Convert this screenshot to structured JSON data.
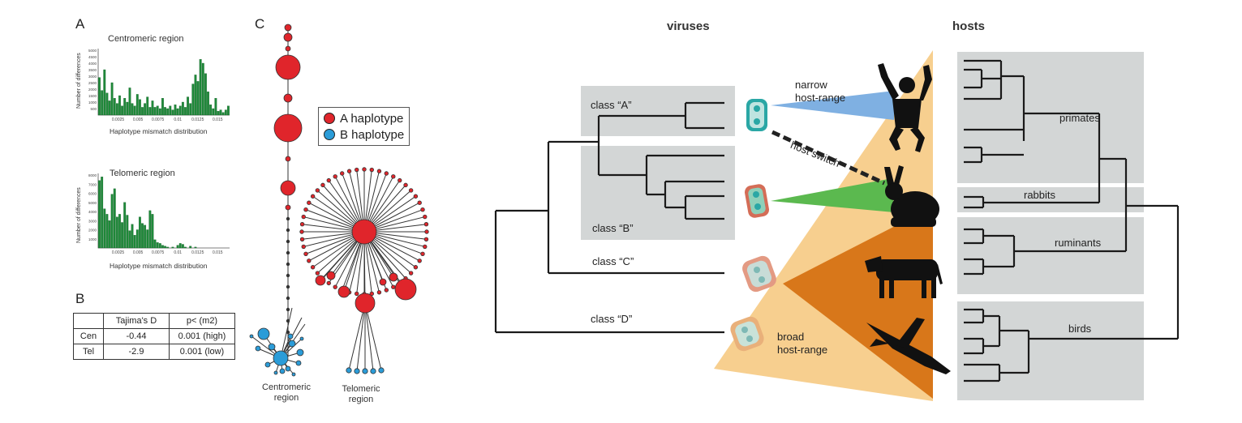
{
  "panel_a": {
    "letter": "A",
    "centromeric": {
      "title": "Centromeric region",
      "xlabel": "Haplotype mismatch distribution",
      "ylabel": "Number of differences",
      "yticks": [
        "5000",
        "4500",
        "4000",
        "3500",
        "3000",
        "2500",
        "2000",
        "1500",
        "1000",
        "500"
      ],
      "xticks": [
        "0.0025",
        "0.005",
        "0.0075",
        "0.01",
        "0.0125",
        "0.015"
      ],
      "bars": [
        2900,
        1900,
        3500,
        1700,
        1100,
        2500,
        1300,
        900,
        1500,
        700,
        1300,
        1000,
        2100,
        900,
        700,
        1600,
        1200,
        600,
        900,
        1400,
        600,
        1100,
        600,
        700,
        500,
        1300,
        600,
        500,
        700,
        400,
        800,
        500,
        700,
        1000,
        600,
        1400,
        900,
        2400,
        3100,
        2600,
        4300,
        4000,
        3200,
        1800,
        800,
        500,
        1300,
        300,
        400,
        200,
        400,
        700
      ]
    },
    "telomeric": {
      "title": "Telomeric region",
      "xlabel": "Haplotype mismatch distribution",
      "ylabel": "Number of differences",
      "yticks": [
        "8000",
        "7000",
        "6000",
        "5000",
        "4000",
        "3000",
        "2000",
        "1000"
      ],
      "xticks": [
        "0.0025",
        "0.005",
        "0.0075",
        "0.01",
        "0.0125",
        "0.015"
      ],
      "bars": [
        7400,
        7800,
        4300,
        3700,
        3000,
        5900,
        6500,
        3400,
        3700,
        2800,
        5000,
        3600,
        1900,
        2600,
        1400,
        2000,
        3400,
        2700,
        2500,
        2000,
        4100,
        3700,
        900,
        600,
        500,
        300,
        200,
        100,
        0,
        100,
        0,
        300,
        500,
        400,
        100,
        0,
        200,
        0,
        100,
        0,
        0,
        0,
        0,
        0,
        0,
        0,
        0,
        0,
        0,
        0,
        0,
        0
      ]
    }
  },
  "panel_b": {
    "letter": "B",
    "header": [
      "",
      "Tajima's D",
      "p< (m2)"
    ],
    "rows": [
      [
        "Cen",
        "-0.44",
        "0.001 (high)"
      ],
      [
        "Tel",
        "-2.9",
        "0.001 (low)"
      ]
    ]
  },
  "panel_c": {
    "letter": "C",
    "legend": [
      {
        "label": "A haplotype",
        "color": "#e0252b"
      },
      {
        "label": "B haplotype",
        "color": "#2b9cd8"
      }
    ],
    "label_centromeric": "Centromeric region",
    "label_telomeric": "Telomeric region"
  },
  "phylo": {
    "heading_viruses": "viruses",
    "heading_hosts": "hosts",
    "classes": [
      "class “A”",
      "class “B”",
      "class “C”",
      "class “D”"
    ],
    "annotations": {
      "narrow": "narrow host-range",
      "narrow_line1": "narrow",
      "narrow_line2": "host-range",
      "host_switch": "host switch",
      "broad_line1": "broad",
      "broad_line2": "host-range"
    },
    "host_groups": [
      "primates",
      "rabbits",
      "ruminants",
      "birds"
    ],
    "colors": {
      "box": "#d3d6d6",
      "narrow_wedge": "#7fb0e2",
      "switch_wedge": "#5bb94f",
      "broad_wedge": "#d8771a",
      "host_cone": "#f7cf8f",
      "hist_bar": "#1f8a3a"
    }
  }
}
